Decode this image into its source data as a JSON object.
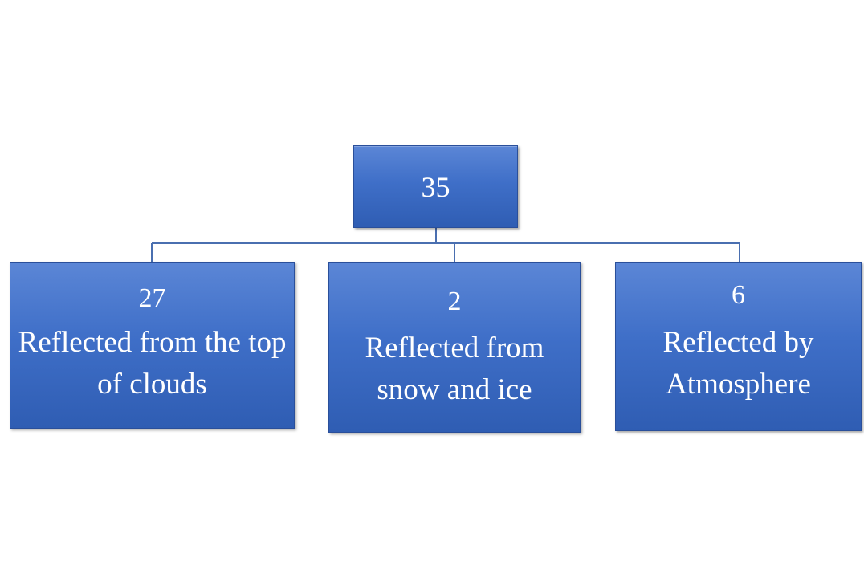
{
  "diagram": {
    "root": {
      "value": "35"
    },
    "children": [
      {
        "value": "27",
        "label": "Reflected from the top of clouds"
      },
      {
        "value": "2",
        "label": "Reflected from snow and ice"
      },
      {
        "value": "6",
        "label": "Reflected by Atmosphere"
      }
    ],
    "colors": {
      "box_fill": "#4472c4",
      "box_border": "#2a4f9a",
      "connector": "#4a6fb0",
      "text": "#ffffff"
    }
  }
}
